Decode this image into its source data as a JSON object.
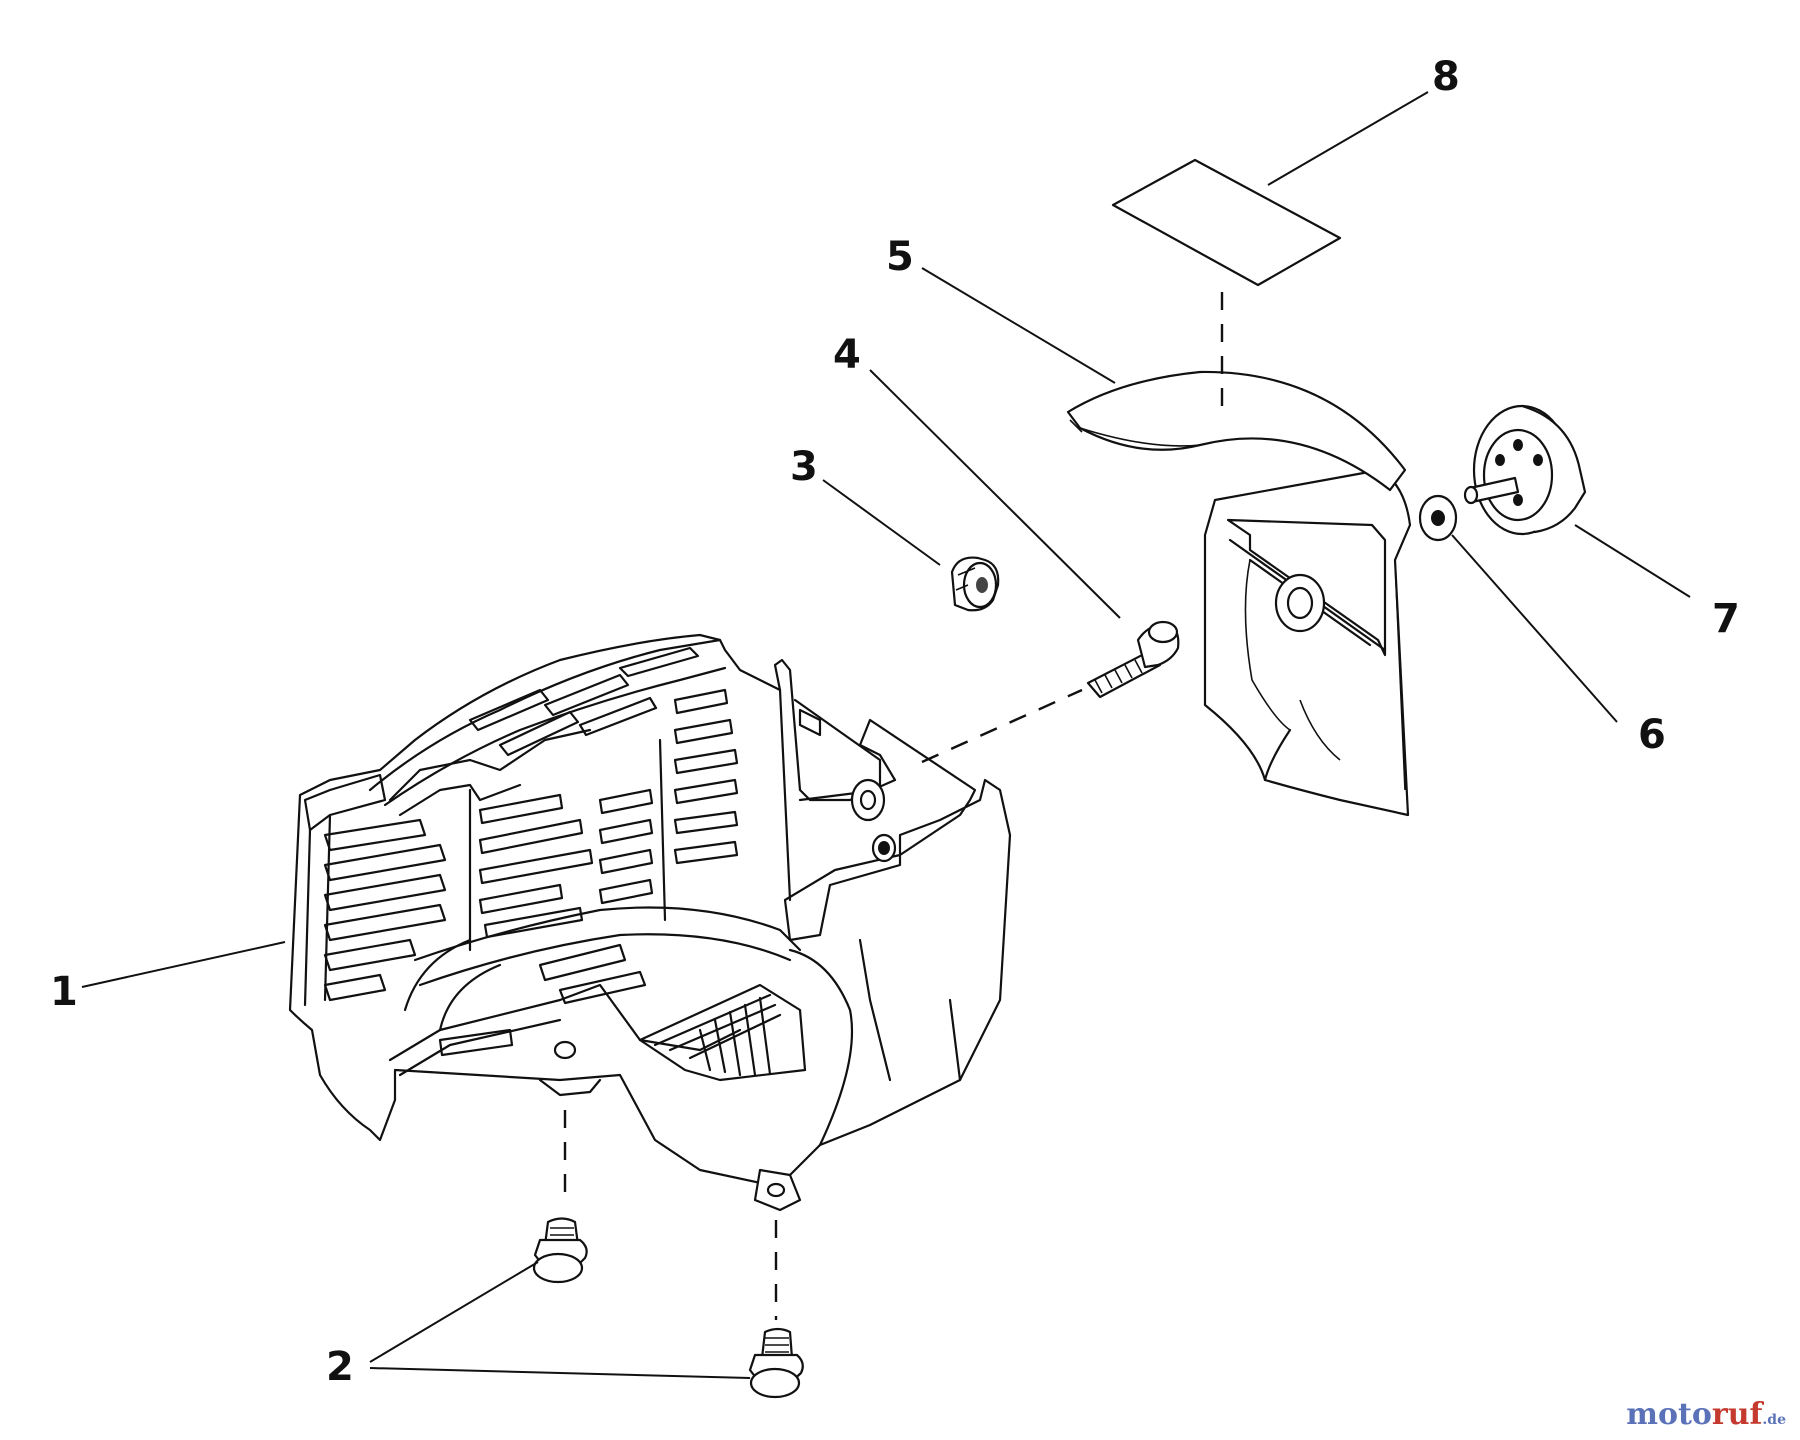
{
  "callouts": [
    {
      "id": "1",
      "label": "1",
      "part": "engine-cover-housing"
    },
    {
      "id": "2",
      "label": "2",
      "part": "mounting-screw"
    },
    {
      "id": "3",
      "label": "3",
      "part": "grommet"
    },
    {
      "id": "4",
      "label": "4",
      "part": "shoulder-bolt"
    },
    {
      "id": "5",
      "label": "5",
      "part": "top-cover"
    },
    {
      "id": "6",
      "label": "6",
      "part": "washer"
    },
    {
      "id": "7",
      "label": "7",
      "part": "knob"
    },
    {
      "id": "8",
      "label": "8",
      "part": "label-decal"
    }
  ],
  "watermark": {
    "part1": "moto",
    "part2": "ruf",
    "part3": ".de"
  },
  "colors": {
    "line": "#111111",
    "background": "#ffffff",
    "watermark_blue": "#5b72b8",
    "watermark_red": "#c43a2e"
  }
}
